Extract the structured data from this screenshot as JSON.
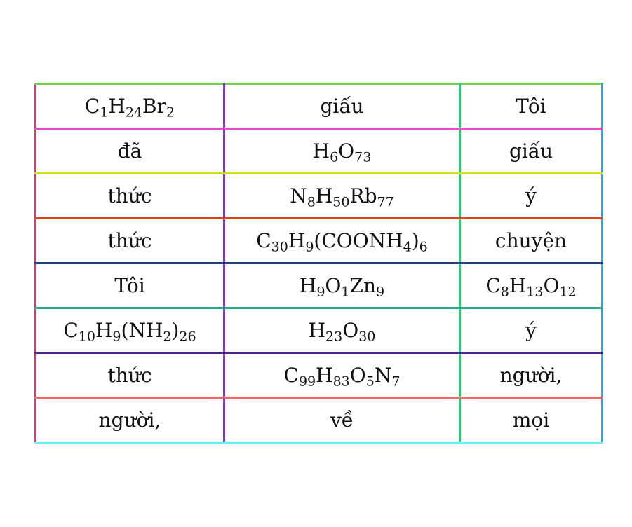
{
  "table": {
    "rows": [
      [
        [
          {
            "t": "C"
          },
          {
            "t": "1",
            "sub": true
          },
          {
            "t": "H"
          },
          {
            "t": "24",
            "sub": true
          },
          {
            "t": "Br"
          },
          {
            "t": "2",
            "sub": true
          }
        ],
        [
          {
            "t": "giấu"
          }
        ],
        [
          {
            "t": "Tôi"
          }
        ]
      ],
      [
        [
          {
            "t": "đã"
          }
        ],
        [
          {
            "t": "H"
          },
          {
            "t": "6",
            "sub": true
          },
          {
            "t": "O"
          },
          {
            "t": "73",
            "sub": true
          }
        ],
        [
          {
            "t": "giấu"
          }
        ]
      ],
      [
        [
          {
            "t": "thức"
          }
        ],
        [
          {
            "t": "N"
          },
          {
            "t": "8",
            "sub": true
          },
          {
            "t": "H"
          },
          {
            "t": "50",
            "sub": true
          },
          {
            "t": "Rb"
          },
          {
            "t": "77",
            "sub": true
          }
        ],
        [
          {
            "t": "ý"
          }
        ]
      ],
      [
        [
          {
            "t": "thức"
          }
        ],
        [
          {
            "t": "C"
          },
          {
            "t": "30",
            "sub": true
          },
          {
            "t": "H"
          },
          {
            "t": "9",
            "sub": true
          },
          {
            "t": "(COONH"
          },
          {
            "t": "4",
            "sub": true
          },
          {
            "t": ")"
          },
          {
            "t": "6",
            "sub": true
          }
        ],
        [
          {
            "t": "chuyện"
          }
        ]
      ],
      [
        [
          {
            "t": "Tôi"
          }
        ],
        [
          {
            "t": "H"
          },
          {
            "t": "9",
            "sub": true
          },
          {
            "t": "O"
          },
          {
            "t": "1",
            "sub": true
          },
          {
            "t": "Zn"
          },
          {
            "t": "9",
            "sub": true
          }
        ],
        [
          {
            "t": "C"
          },
          {
            "t": "8",
            "sub": true
          },
          {
            "t": "H"
          },
          {
            "t": "13",
            "sub": true
          },
          {
            "t": "O"
          },
          {
            "t": "12",
            "sub": true
          }
        ]
      ],
      [
        [
          {
            "t": "C"
          },
          {
            "t": "10",
            "sub": true
          },
          {
            "t": "H"
          },
          {
            "t": "9",
            "sub": true
          },
          {
            "t": "(NH"
          },
          {
            "t": "2",
            "sub": true
          },
          {
            "t": ")"
          },
          {
            "t": "26",
            "sub": true
          }
        ],
        [
          {
            "t": "H"
          },
          {
            "t": "23",
            "sub": true
          },
          {
            "t": "O"
          },
          {
            "t": "30",
            "sub": true
          }
        ],
        [
          {
            "t": "ý"
          }
        ]
      ],
      [
        [
          {
            "t": "thức"
          }
        ],
        [
          {
            "t": "C"
          },
          {
            "t": "99",
            "sub": true
          },
          {
            "t": "H"
          },
          {
            "t": "83",
            "sub": true
          },
          {
            "t": "O"
          },
          {
            "t": "5",
            "sub": true
          },
          {
            "t": "N"
          },
          {
            "t": "7",
            "sub": true
          }
        ],
        [
          {
            "t": "người,"
          }
        ]
      ],
      [
        [
          {
            "t": "người,"
          }
        ],
        [
          {
            "t": "về"
          }
        ],
        [
          {
            "t": "mọi"
          }
        ]
      ]
    ]
  }
}
